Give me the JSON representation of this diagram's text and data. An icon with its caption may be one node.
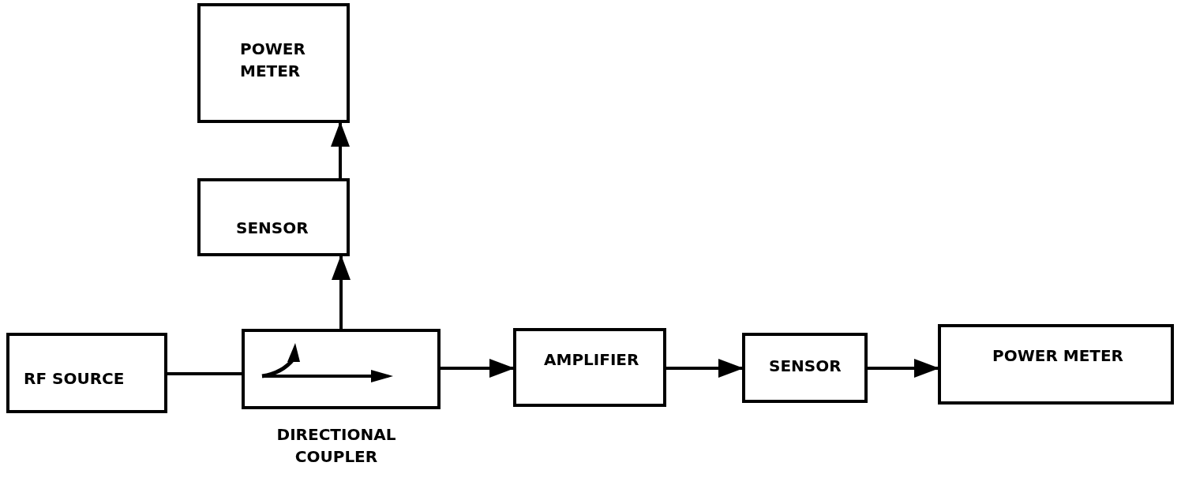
{
  "diagram": {
    "nodes": [
      {
        "text": [
          "POWER METER"
        ]
      },
      {
        "text": [
          "SENSOR"
        ]
      },
      {
        "text": [
          "RF SOURCE"
        ]
      },
      {
        "text": [
          "DIRECTIONAL COUPLER"
        ]
      },
      {
        "text": [
          "AMPLIFIER"
        ]
      },
      {
        "text": [
          "SENSOR"
        ]
      },
      {
        "text": [
          "POWER METER"
        ]
      }
    ],
    "edges": [
      {
        "from": 2,
        "to": 3,
        "arrow": "none"
      },
      {
        "from": 3,
        "to": 1,
        "arrow": "to"
      },
      {
        "from": 1,
        "to": 0,
        "arrow": "to"
      },
      {
        "from": 3,
        "to": 4,
        "arrow": "to"
      },
      {
        "from": 4,
        "to": 5,
        "arrow": "to"
      },
      {
        "from": 5,
        "to": 6,
        "arrow": "to"
      }
    ]
  }
}
